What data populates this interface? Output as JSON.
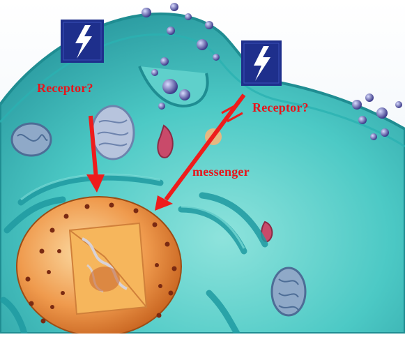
{
  "labels": {
    "receptor_left": "Receptor?",
    "receptor_right": "Receptor?",
    "messenger": "messenger"
  },
  "icons": {
    "signal_left": "lightning-bolt-icon",
    "signal_right": "lightning-bolt-icon"
  },
  "colors": {
    "label_red": "#e8141a",
    "arrow_red": "#ee1c1c",
    "signal_box_blue": "#1e2f8c",
    "cytoplasm": "#4cc9c5",
    "nucleus_orange": "#e98a3a",
    "background": "#ffffff"
  }
}
